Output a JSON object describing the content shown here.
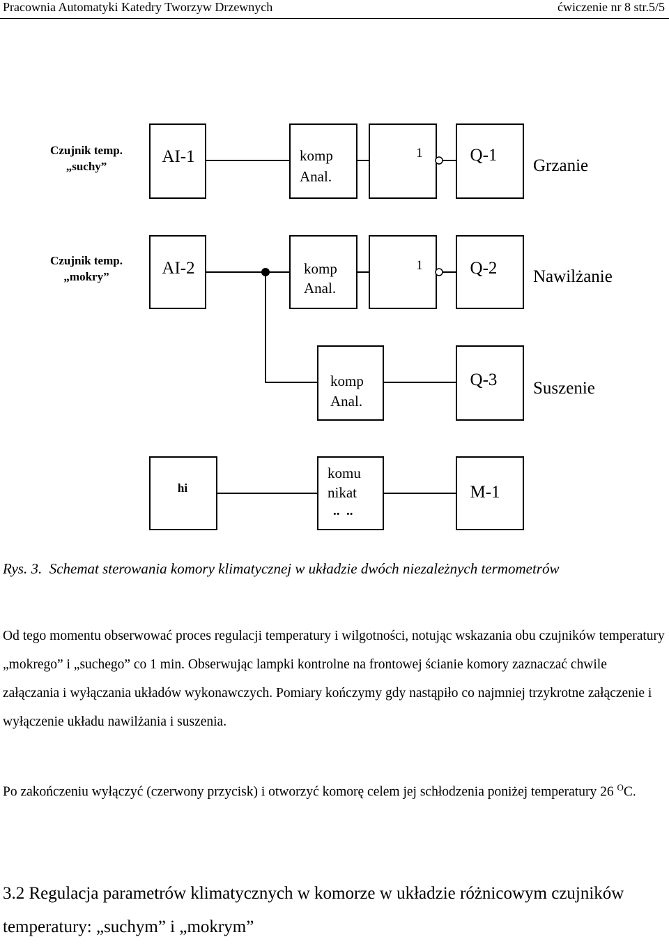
{
  "header": {
    "left": "Pracownia Automatyki Katedry Tworzyw Drzewnych",
    "right": "ćwiczenie nr 8 str.5/5"
  },
  "diagram": {
    "row1": {
      "sensor_line1": "Czujnik temp.",
      "sensor_line2": "„suchy”",
      "ai": "AI-1",
      "comp_line1": "komp",
      "comp_line2": "Anal.",
      "not_label": "1",
      "q": "Q-1",
      "output": "Grzanie"
    },
    "row2": {
      "sensor_line1": "Czujnik temp.",
      "sensor_line2": "„mokry”",
      "ai": "AI-2",
      "comp_line1": "komp",
      "comp_line2": "Anal.",
      "not_label": "1",
      "q": "Q-2",
      "output": "Nawilżanie"
    },
    "row3": {
      "comp_line1": "komp",
      "comp_line2": "Anal.",
      "q": "Q-3",
      "output": "Suszenie"
    },
    "row4": {
      "left_label": "hi",
      "comm_line1": "komu",
      "comm_line2": "nikat",
      "comm_line3": "..  ..",
      "m": "M-1"
    }
  },
  "caption": {
    "prefix": "Rys. 3.",
    "text": "Schemat sterowania komory klimatycznej w układzie dwóch niezależnych termometrów"
  },
  "paragraph1": "Od tego momentu obserwować proces regulacji temperatury i wilgotności, notując wskazania obu czujników temperatury „mokrego” i „suchego” co 1 min. Obserwując lampki kontrolne na frontowej ścianie komory zaznaczać chwile załączania i wyłączania układów wykonawczych. Pomiary kończymy gdy nastąpiło co najmniej trzykrotne załączenie i wyłączenie układu nawilżania i suszenia.",
  "paragraph2": {
    "text": "Po zakończeniu wyłączyć (czerwony przycisk) i otworzyć komorę celem jej schłodzenia poniżej temperatury 26 ",
    "sup": "O",
    "unit": "C."
  },
  "heading": "3.2 Regulacja parametrów klimatycznych w komorze w układzie różnicowym czujników temperatury: „suchym” i „mokrym”"
}
